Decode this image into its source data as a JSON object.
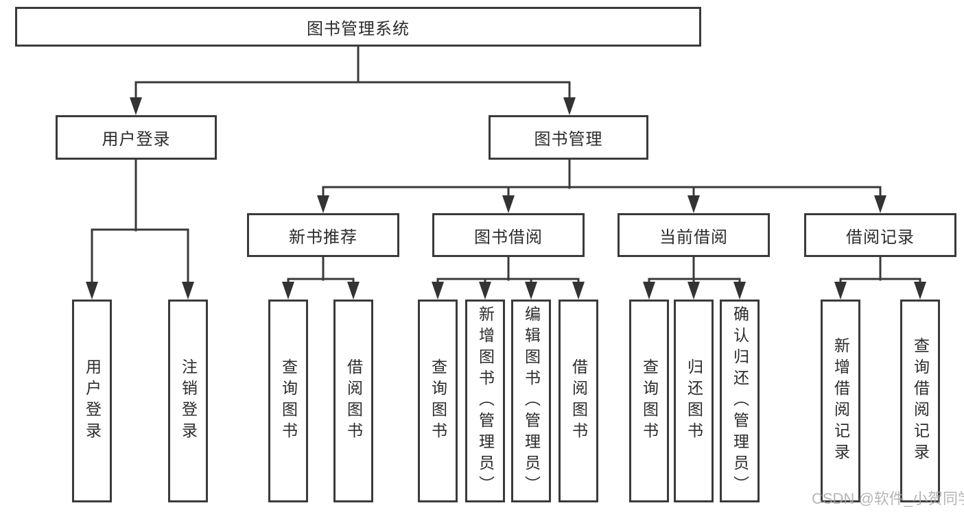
{
  "title": "图书管理系统",
  "branches": [
    {
      "label": "用户登录",
      "leaves": [
        {
          "label": "用户登录"
        },
        {
          "label": "注销登录"
        }
      ]
    },
    {
      "label": "图书管理",
      "groups": [
        {
          "label": "新书推荐",
          "leaves": [
            {
              "label": "查询图书"
            },
            {
              "label": "借阅图书"
            }
          ]
        },
        {
          "label": "图书借阅",
          "leaves": [
            {
              "label": "查询图书"
            },
            {
              "label": "新增图书（管理员）"
            },
            {
              "label": "编辑图书（管理员）"
            },
            {
              "label": "借阅图书"
            }
          ]
        },
        {
          "label": "当前借阅",
          "leaves": [
            {
              "label": "查询图书"
            },
            {
              "label": "归还图书"
            },
            {
              "label": "确认归还（管理员）"
            }
          ]
        },
        {
          "label": "借阅记录",
          "leaves": [
            {
              "label": "新增借阅记录"
            },
            {
              "label": "查询借阅记录"
            }
          ]
        }
      ]
    }
  ],
  "watermark": "CSDN @软件_小贺同学",
  "colors": {
    "line": "#3a3a3a",
    "box_border": "#3a3a3a",
    "text": "#2b2b2b",
    "watermark": "#a8a8a8"
  }
}
